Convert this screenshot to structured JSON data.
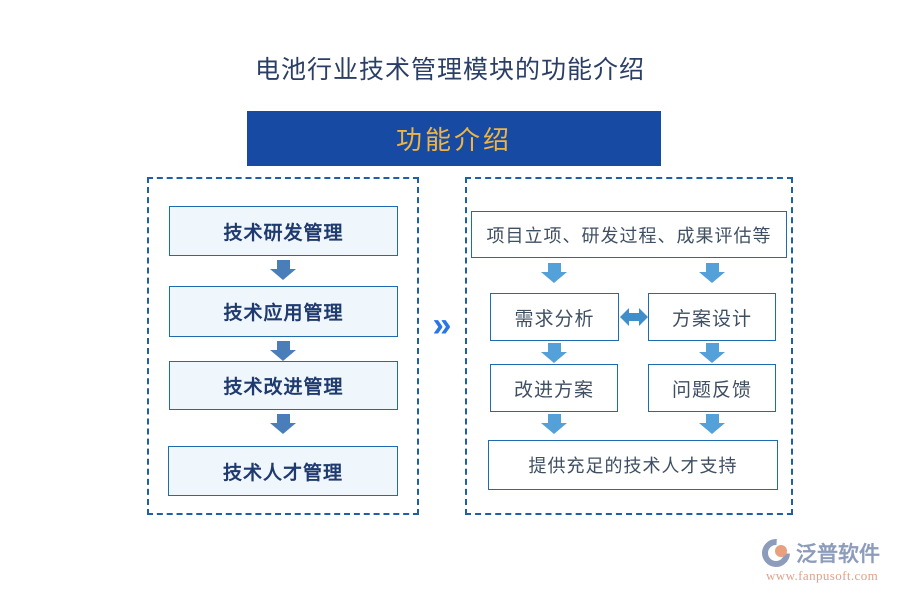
{
  "page": {
    "title": "电池行业技术管理模块的功能介绍",
    "banner_label": "功能介绍",
    "chevron_glyph": "»"
  },
  "colors": {
    "banner_bg": "#164aa3",
    "banner_text": "#f0b442",
    "title_text": "#2b3f66",
    "panel_dash_border": "#1f5fa8",
    "node_border": "#1f6bb0",
    "left_node_fill": "#eff6fc",
    "left_node_text": "#1f3a6e",
    "right_node_fill": "#ffffff",
    "right_node_text": "#3f4f63",
    "arrow_dark": "#4a7ebb",
    "arrow_light": "#54a0d8",
    "chevron": "#2a76e8",
    "watermark_name": "#8d9cbb",
    "watermark_url": "#e0a289",
    "watermark_accent": "#e8a07e"
  },
  "diagram": {
    "left_panel": {
      "nodes": [
        {
          "label": "技术研发管理"
        },
        {
          "label": "技术应用管理"
        },
        {
          "label": "技术改进管理"
        },
        {
          "label": "技术人才管理"
        }
      ]
    },
    "right_panel": {
      "top": {
        "label": "项目立项、研发过程、成果评估等"
      },
      "row1": [
        {
          "label": "需求分析"
        },
        {
          "label": "方案设计"
        }
      ],
      "row2": [
        {
          "label": "改进方案"
        },
        {
          "label": "问题反馈"
        }
      ],
      "bottom": {
        "label": "提供充足的技术人才支持"
      }
    }
  },
  "watermark": {
    "brand": "泛普软件",
    "url": "www.fanpusoft.com"
  }
}
